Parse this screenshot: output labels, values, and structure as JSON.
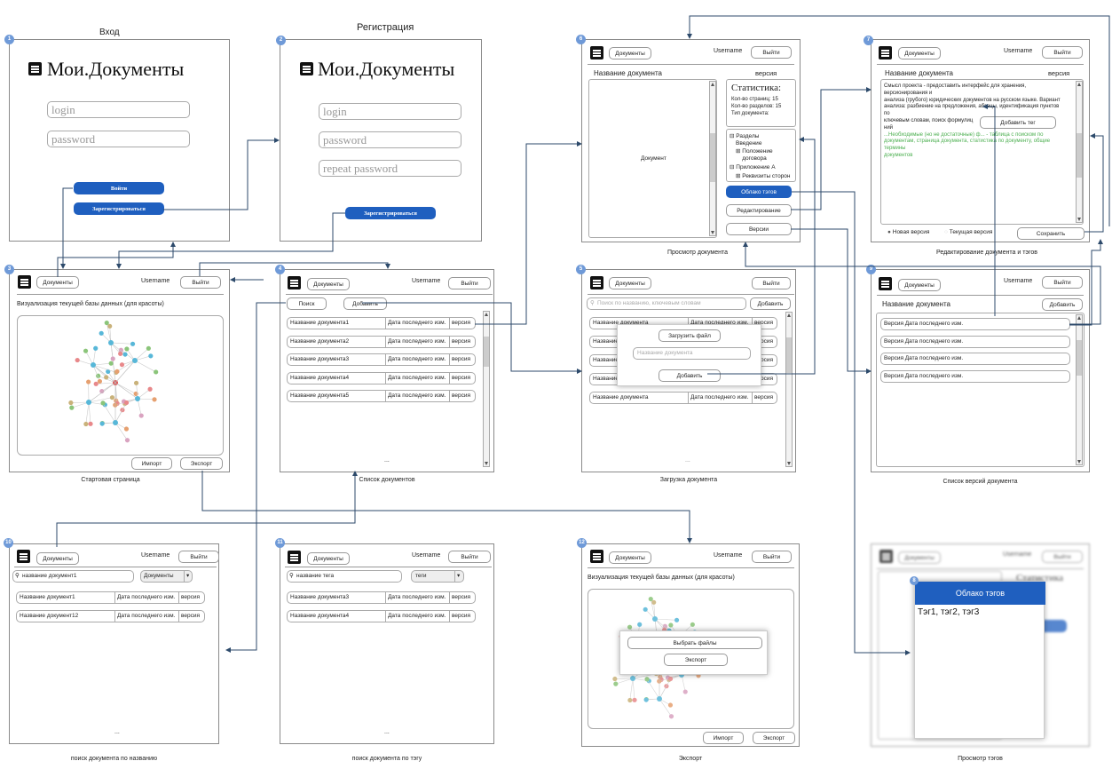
{
  "screens": {
    "s1": {
      "num": "1",
      "title": "Вход",
      "logo_text": "Мои.Документы",
      "login_ph": "login",
      "password_ph": "password",
      "login_btn": "Войти",
      "register_btn": "Зарегистрироваться"
    },
    "s2": {
      "num": "2",
      "title": "Регистрация",
      "logo_text": "Мои.Документы",
      "login_ph": "login",
      "password_ph": "password",
      "repeat_ph": "repeat password",
      "register_btn": "Зарегистрироваться"
    },
    "s3": {
      "num": "3",
      "docs": "Документы",
      "user": "Username",
      "logout": "Выйти",
      "viz": "Визуализация текущей базы данных (для красоты)",
      "import": "Импорт",
      "export": "Экспорт",
      "caption": "Стартовая страница"
    },
    "s4": {
      "num": "4",
      "docs": "Документы",
      "user": "Username",
      "logout": "Выйти",
      "search": "Поиск",
      "add": "Добавить",
      "rows": [
        {
          "name": "Название документа1",
          "date": "Дата последнего изм.",
          "ver": "версия"
        },
        {
          "name": "Название документа2",
          "date": "Дата последнего изм.",
          "ver": "версия"
        },
        {
          "name": "Название документа3",
          "date": "Дата последнего изм.",
          "ver": "версия"
        },
        {
          "name": "Название документа4",
          "date": "Дата последнего изм.",
          "ver": "версия"
        },
        {
          "name": "Название документа5",
          "date": "Дата последнего изм.",
          "ver": "версия"
        }
      ],
      "more": "...",
      "caption": "Список документов"
    },
    "s5": {
      "num": "5",
      "docs": "Документы",
      "logout": "Выйти",
      "search_ph": "Поиск по названию, ключевым словам",
      "add": "Добавить",
      "upload": "Загрузить файл",
      "name_ph": "Название документа",
      "add2": "Добавить",
      "row_name": "Название документа",
      "row_date": "Дата последнего изм.",
      "row_ver": "версия",
      "more": "...",
      "caption": "Загрузка документа"
    },
    "s6": {
      "num": "6",
      "docs": "Документы",
      "user": "Username",
      "logout": "Выйти",
      "doc_title": "Название документа",
      "version": "версия",
      "doc_body": "Документ",
      "stats_title": "Статистика:",
      "stats": [
        "Кол-во страниц: 15",
        "Кол-во разделов: 15",
        "Тип документа:"
      ],
      "tree": [
        "Разделы",
        "Введение",
        "Положение договора",
        "Приложение А",
        "Реквизиты сторон"
      ],
      "tags": "Облако тэгов",
      "edit": "Редактирование",
      "versions": "Версии",
      "caption": "Просмотр документа"
    },
    "s7": {
      "num": "7",
      "docs": "Документы",
      "user": "Username",
      "logout": "Выйти",
      "doc_title": "Название документа",
      "version": "версия",
      "text_black": [
        "Смысл проекта - предоставить интерфейс для хранения,",
        "версионирования и",
        "анализа (грубого) юридических документов на русском языке. Вариант",
        "анализа: разбиение на предложения, абзацы, идентификация пунктов",
        "по",
        "ключевым словам, поиск формулиц",
        "ний"
      ],
      "text_green": [
        "...Необходимые (но не достаточные) ф... - таблица с поиском по",
        "документам, страница документа, статистика по документу, общие",
        "термины",
        "документов"
      ],
      "add_tag": "Добавить тег",
      "new_version": "Новая версия",
      "current_version": "Текущая версия",
      "save": "Сохранить",
      "caption": "Редактирование документа и тэгов"
    },
    "s8": {
      "num": "8",
      "caption": "Просмотр тэгов",
      "popup_title": "Облако тэгов",
      "popup_text": "Тэг1, тэг2, тэг3",
      "docs": "Документы",
      "user": "Username",
      "logout": "Выйти",
      "stats": "Статистика"
    },
    "s9": {
      "num": "9",
      "docs": "Документы",
      "user": "Username",
      "logout": "Выйти",
      "doc_title": "Название документа",
      "add": "Добавить",
      "rows": [
        "Версия  Дата последнего изм.",
        "Версия  Дата последнего изм.",
        "Версия  Дата последнего изм.",
        "Версия  Дата последнего изм."
      ],
      "caption": "Список версий документа"
    },
    "s10": {
      "num": "10",
      "docs": "Документы",
      "user": "Username",
      "logout": "Выйти",
      "search_val": "название документ1",
      "select": "Документы",
      "rows": [
        {
          "name": "Название документ1",
          "date": "Дата последнего изм.",
          "ver": "версия"
        },
        {
          "name": "Название документ12",
          "date": "Дата последнего изм.",
          "ver": "версия"
        }
      ],
      "more": "...",
      "caption": "поиск документа по названию"
    },
    "s11": {
      "num": "11",
      "docs": "Документы",
      "user": "Username",
      "logout": "Выйти",
      "search_val": "название тега",
      "select": "теги",
      "rows": [
        {
          "name": "Название документа3",
          "date": "Дата последнего изм.",
          "ver": "версия"
        },
        {
          "name": "Название документа4",
          "date": "Дата последнего изм.",
          "ver": "версия"
        }
      ],
      "more": "...",
      "caption": "поиск документа по тэгу"
    },
    "s12": {
      "num": "12",
      "docs": "Документы",
      "user": "Username",
      "logout": "Выйти",
      "viz": "Визуализация текущей базы данных (для красоты)",
      "choose": "Выбрать файлы",
      "export_btn": "Экспорт",
      "import": "Импорт",
      "export": "Экспорт",
      "caption": "Экспорт"
    }
  },
  "colors": {
    "blue_button": "#1f5fbf",
    "badge": "#6f9ad8",
    "connector": "#2d4a6b",
    "green_text": "#4caf50"
  }
}
